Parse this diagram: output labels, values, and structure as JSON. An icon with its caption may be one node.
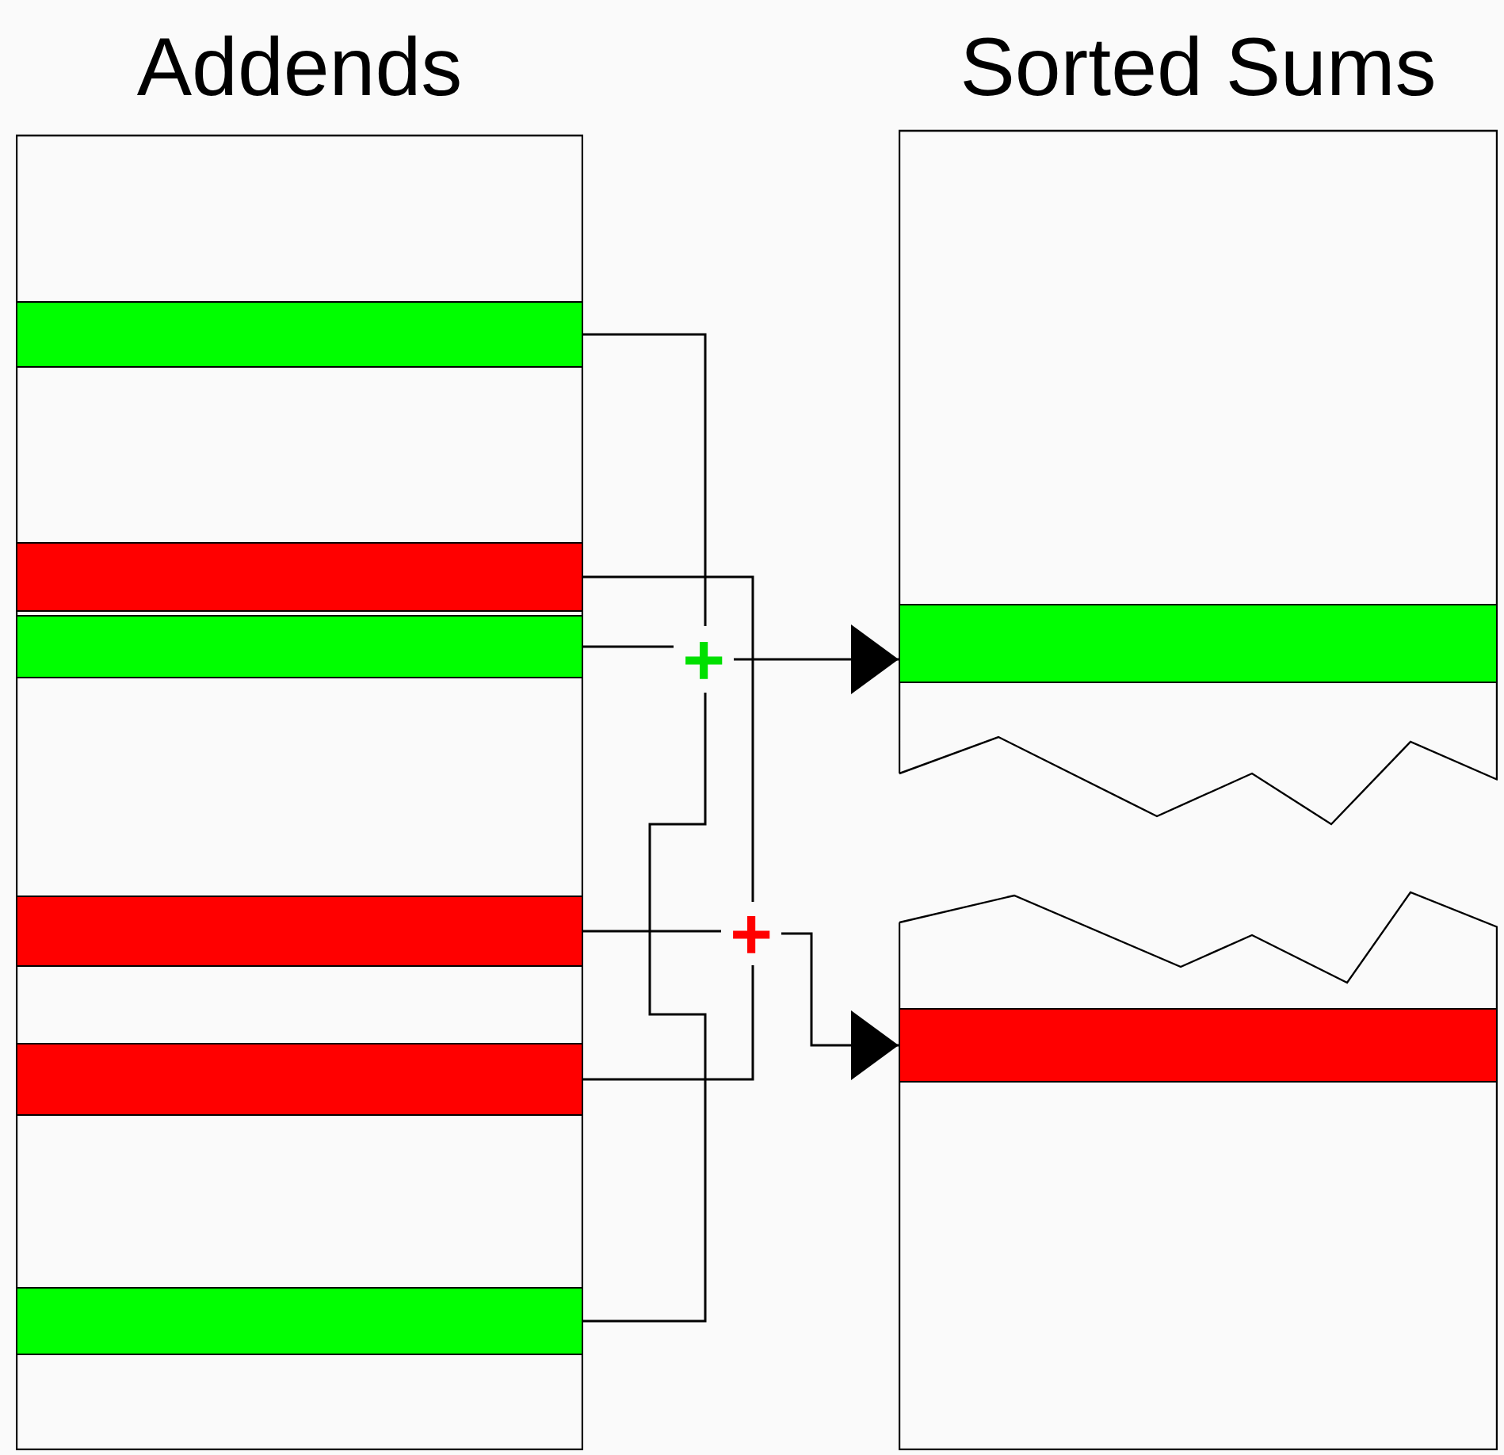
{
  "diagram": {
    "nodes": [
      {
        "text": [
          "Addends"
        ]
      },
      {
        "text": [],
        "shape": "bar",
        "in": 0
      },
      {
        "text": [],
        "shape": "bar",
        "in": 0
      },
      {
        "text": [],
        "shape": "bar",
        "in": 0
      },
      {
        "text": [],
        "shape": "bar",
        "in": 0
      },
      {
        "text": [],
        "shape": "bar",
        "in": 0
      },
      {
        "text": [],
        "shape": "bar",
        "in": 0
      },
      {
        "text": [
          "+"
        ]
      },
      {
        "text": [
          "+"
        ]
      },
      {
        "text": [
          "Sorted Sums"
        ]
      },
      {
        "text": [],
        "shape": "bar",
        "in": 9
      },
      {
        "text": [],
        "shape": "bar",
        "in": 9
      }
    ],
    "edges": [
      {
        "from": 1,
        "to": 7,
        "arrow": "none"
      },
      {
        "from": 3,
        "to": 7,
        "arrow": "none"
      },
      {
        "from": 6,
        "to": 7,
        "arrow": "none"
      },
      {
        "from": 7,
        "to": 10,
        "arrow": "to"
      },
      {
        "from": 2,
        "to": 8,
        "arrow": "none"
      },
      {
        "from": 4,
        "to": 8,
        "arrow": "none"
      },
      {
        "from": 5,
        "to": 8,
        "arrow": "none"
      },
      {
        "from": 8,
        "to": 11,
        "arrow": "to"
      }
    ]
  }
}
